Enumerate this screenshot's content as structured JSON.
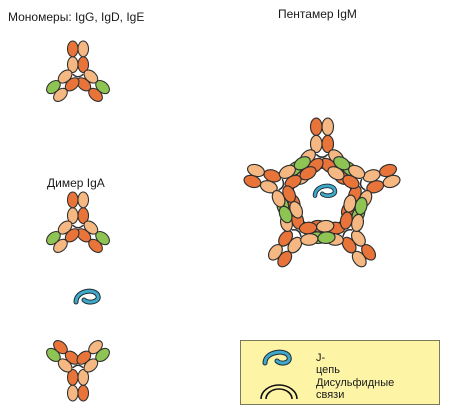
{
  "labels": {
    "monomers": "Мономеры: IgG, IgD, IgE",
    "pentamer": "Пентамер IgM",
    "dimer": "Димер IgA"
  },
  "legend": {
    "j_chain": "J-цепь",
    "disulfide_line1": "Дисульфидные",
    "disulfide_line2": "связи"
  },
  "colors": {
    "heavy_chain": "#e8743a",
    "light_chain": "#f5b882",
    "variable_tip": "#8dc453",
    "outline": "#2e2e2e",
    "j_chain": "#3fa9c9",
    "legend_bg": "#fdf4a6"
  }
}
